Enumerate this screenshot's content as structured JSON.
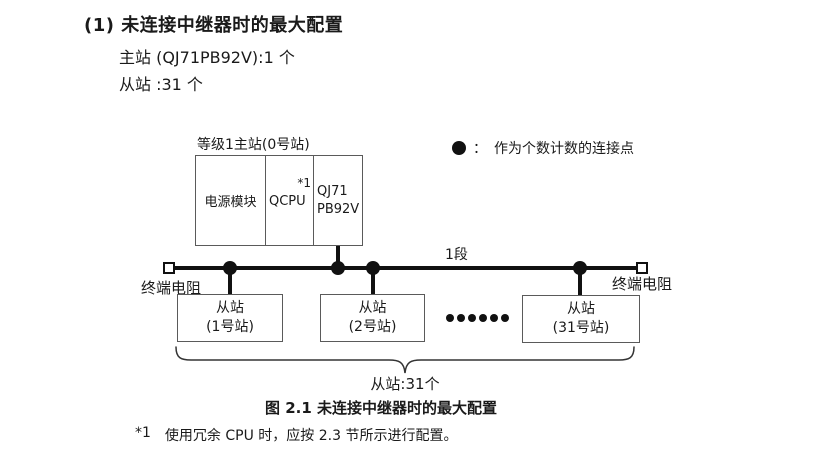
{
  "header": {
    "heading": "(1) 未连接中继器时的最大配置",
    "master_spec": "主站 (QJ71PB92V):1 个",
    "slave_spec": "从站 :31 个"
  },
  "legend": {
    "icon": "filled-circle-connection-point",
    "separator": "：",
    "label": "作为个数计数的连接点"
  },
  "diagram": {
    "master_station": {
      "label": "等级1主站(0号站)",
      "power_module": "电源模块",
      "cpu": "QCPU",
      "cpu_footnote": "*1",
      "network_module_line1": "QJ71",
      "network_module_line2": "PB92V"
    },
    "segment_label": "1段",
    "left_terminator_label": "终端电阻",
    "right_terminator_label": "终端电阻",
    "slave_stations": [
      {
        "line1": "从站",
        "line2": "(1号站)"
      },
      {
        "line1": "从站",
        "line2": "(2号站)"
      },
      {
        "line1": "从站",
        "line2": "(31号站)"
      }
    ],
    "ellipsis_dot_count": 6,
    "slave_count_label": "从站:31个"
  },
  "caption": "图 2.1 未连接中继器时的最大配置",
  "footnote": {
    "marker": "*1",
    "text": "使用冗余 CPU 时，应按 2.3 节所示进行配置。"
  },
  "colors": {
    "ink": "#111111",
    "box_border": "#5a5a5a",
    "text": "#1a1a1a",
    "background": "#ffffff"
  }
}
